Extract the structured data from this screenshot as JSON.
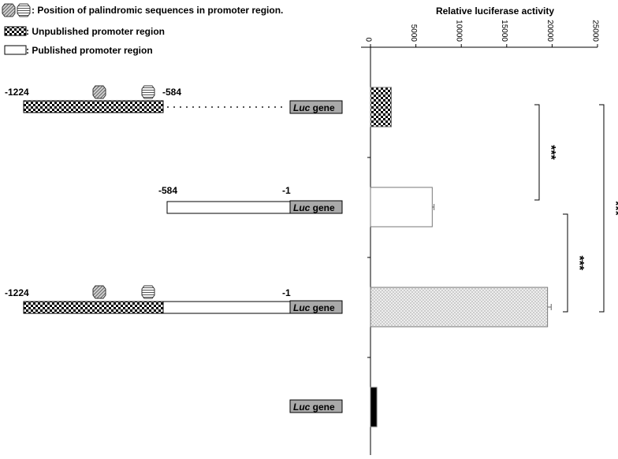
{
  "legend": {
    "palindromic": ": Position of palindromic sequences in promoter region.",
    "unpublished": ": Unpublished promoter region",
    "published": ": Published promoter region"
  },
  "constructs": [
    {
      "left_label": "-1224",
      "right_label": "-584",
      "gene_italic": "Luc",
      "gene_text": " gene"
    },
    {
      "left_label": "-584",
      "right_label": "-1",
      "gene_italic": "Luc",
      "gene_text": " gene"
    },
    {
      "left_label": "-1224",
      "right_label": "-1",
      "gene_italic": "Luc",
      "gene_text": " gene"
    },
    {
      "gene_italic": "Luc",
      "gene_text": " gene"
    }
  ],
  "colors": {
    "checker": "#000000",
    "bar_dotted": "#bdbdbd",
    "luc_box": "#a9a9a9",
    "bar_solid": "#000000"
  },
  "chart_data": {
    "type": "bar",
    "orientation": "horizontal",
    "title": "Relative luciferase activity",
    "xlim": [
      0,
      25000
    ],
    "ticks": [
      "0",
      "5000",
      "10000",
      "15000",
      "20000",
      "25000"
    ],
    "tick_values": [
      0,
      5000,
      10000,
      15000,
      20000,
      25000
    ],
    "values": [
      2300,
      6800,
      19500,
      700
    ],
    "errors": [
      0,
      200,
      400,
      0
    ],
    "fills": [
      "checker",
      "white",
      "dotted",
      "black"
    ],
    "significance": [
      {
        "from": 0,
        "to": 1,
        "label": "***"
      },
      {
        "from": 1,
        "to": 2,
        "label": "***"
      },
      {
        "from": 0,
        "to": 2,
        "label": "***"
      }
    ]
  }
}
